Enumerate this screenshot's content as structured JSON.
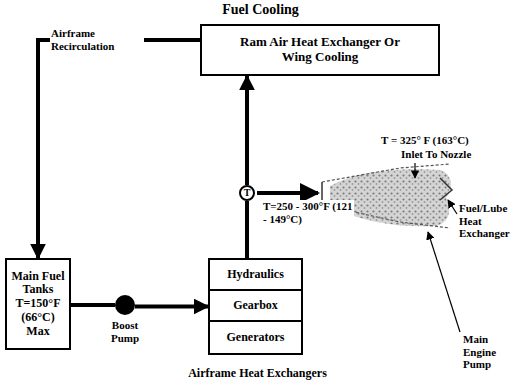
{
  "diagram": {
    "title": "Fuel Cooling",
    "nodes": [
      {
        "text": [
          "Ram Air Heat Exchanger Or Wing Cooling"
        ]
      },
      {
        "text": [
          "Main Fuel Tanks T=150°F (66°C) Max"
        ]
      },
      {
        "text": [
          "Boost Pump"
        ]
      },
      {
        "text": [
          "Airframe Heat Exchangers"
        ]
      },
      {
        "text": [
          "Hydraulics"
        ],
        "in": 3
      },
      {
        "text": [
          "Gearbox"
        ],
        "in": 3
      },
      {
        "text": [
          "Generators"
        ],
        "in": 3
      },
      {
        "text": [
          "T"
        ]
      }
    ],
    "edges": [
      {
        "from": 0,
        "to": 1,
        "arrow": "to"
      },
      {
        "from": 1,
        "to": 2,
        "arrow": "none"
      },
      {
        "from": 2,
        "to": 3,
        "arrow": "to"
      },
      {
        "from": 3,
        "to": 7,
        "arrow": "none"
      },
      {
        "from": 7,
        "to": 0,
        "arrow": "to"
      }
    ],
    "labels": [
      "Airframe Recirculation",
      "T=250 - 300°F (121 - 149°C)",
      "T = 325° F (163°C)",
      "Inlet To Nozzle",
      "Fuel/Lube Heat Exchanger",
      "Main Engine Pump"
    ]
  }
}
